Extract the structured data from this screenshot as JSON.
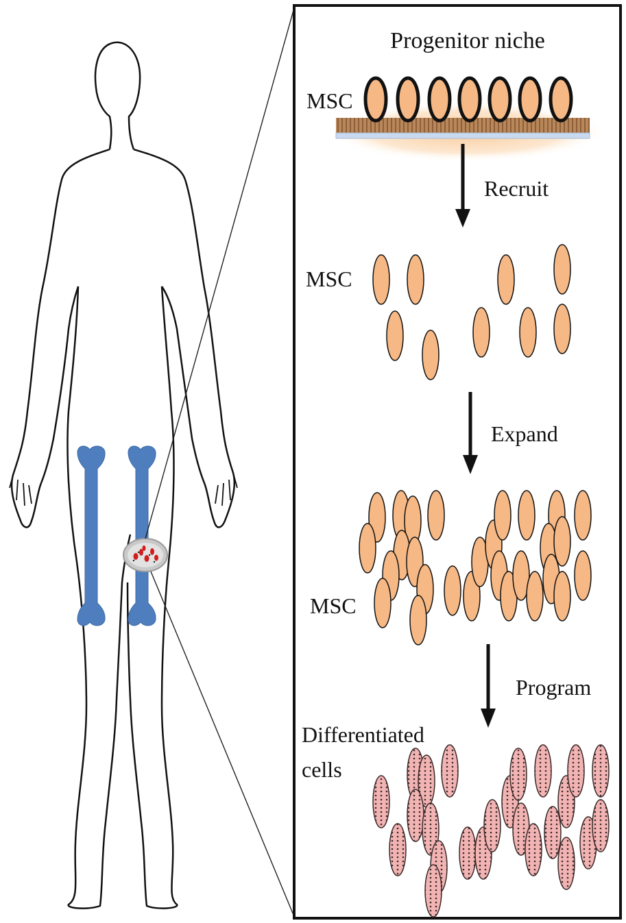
{
  "diagram": {
    "niche_title": "Progenitor niche",
    "stages": [
      {
        "cell_label": "MSC"
      },
      {
        "step_label": "Recruit",
        "cell_label": "MSC"
      },
      {
        "step_label": "Expand",
        "cell_label": "MSC"
      },
      {
        "step_label": "Program",
        "cell_label_lines": [
          "Differentiated",
          "cells"
        ]
      }
    ]
  },
  "colors": {
    "bone": "#4f7ebf",
    "msc_fill": "#f6b885",
    "differentiated_fill": "#f2b3b3",
    "niche_glow": "#f8c690",
    "outline": "#111111"
  }
}
